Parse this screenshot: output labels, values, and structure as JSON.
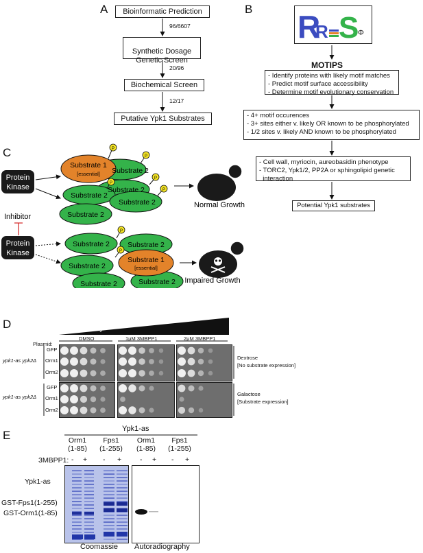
{
  "panels": {
    "A": "A",
    "B": "B",
    "C": "C",
    "D": "D",
    "E": "E"
  },
  "panelA": {
    "steps": [
      "Bioinformatic Prediction",
      "Synthetic Dosage\nGenetic Screen",
      "Biochemical Screen",
      "Putative Ypk1 Substrates"
    ],
    "ratios": [
      "96/6607",
      "20/96",
      "12/17"
    ]
  },
  "panelB": {
    "logo_letters": [
      "R",
      "R",
      "S",
      "Φ"
    ],
    "motips_title": "MOTIPS",
    "motips_items": [
      "- Identify proteins with likely motif matches",
      "- Predict motif surface accessibility",
      "- Determine motif evolutionary conservation"
    ],
    "filter1": [
      "- 4+ motif occurences",
      "- 3+ sites either v. likely OR known to be phosphorylated",
      "- 1/2 sites v. likely AND known to be phosphorylated"
    ],
    "filter2": [
      "- Cell wall, myriocin, aureobasidin phenotype",
      "- TORC2, Ypk1/2, PP2A or sphingolipid genetic",
      "  interaction"
    ],
    "result": "Potential Ypk1 substrates"
  },
  "panelC": {
    "kinase": "Protein\nKinase",
    "inhibitor": "Inhibitor",
    "substrate1": "Substrate 1",
    "essential": "[essential]",
    "substrate2": "Substrate 2",
    "phospho": "P",
    "normal": "Normal Growth",
    "impaired": "Impaired Growth"
  },
  "panelD": {
    "activity": "Ypk1 activity",
    "plasmid_label": "Plasmid:",
    "conditions": [
      "DMSO",
      "1μM 3MBPP1",
      "2μM 3MBPP1"
    ],
    "strain": "ypk1-as ypk2Δ",
    "rows": [
      "GFP",
      "Orm1",
      "Orm2"
    ],
    "media": [
      {
        "name": "Dextrose",
        "note": "[No substrate expression]"
      },
      {
        "name": "Galactose",
        "note": "[Substrate expression]"
      }
    ]
  },
  "panelE": {
    "title": "Ypk1-as",
    "lanes": [
      {
        "name": "Orm1",
        "range": "(1-85)"
      },
      {
        "name": "Fps1",
        "range": "(1-255)"
      },
      {
        "name": "Orm1",
        "range": "(1-85)"
      },
      {
        "name": "Fps1",
        "range": "(1-255)"
      }
    ],
    "drug": "3MBPP1:",
    "signs": [
      "-",
      "+",
      "-",
      "+",
      "-",
      "+",
      "-",
      "+"
    ],
    "bands": [
      "Ypk1-as",
      "GST-Fps1(1-255)",
      "GST-Orm1(1-85)"
    ],
    "gels": [
      "Coomassie",
      "Autoradiography"
    ]
  },
  "colors": {
    "substrate1": "#e3832a",
    "substrate2": "#34b34a",
    "phospho": "#f4e424",
    "kinase": "#1a1a1a",
    "inhibitor": "#d32020",
    "coomassie": "#3f57c8"
  }
}
